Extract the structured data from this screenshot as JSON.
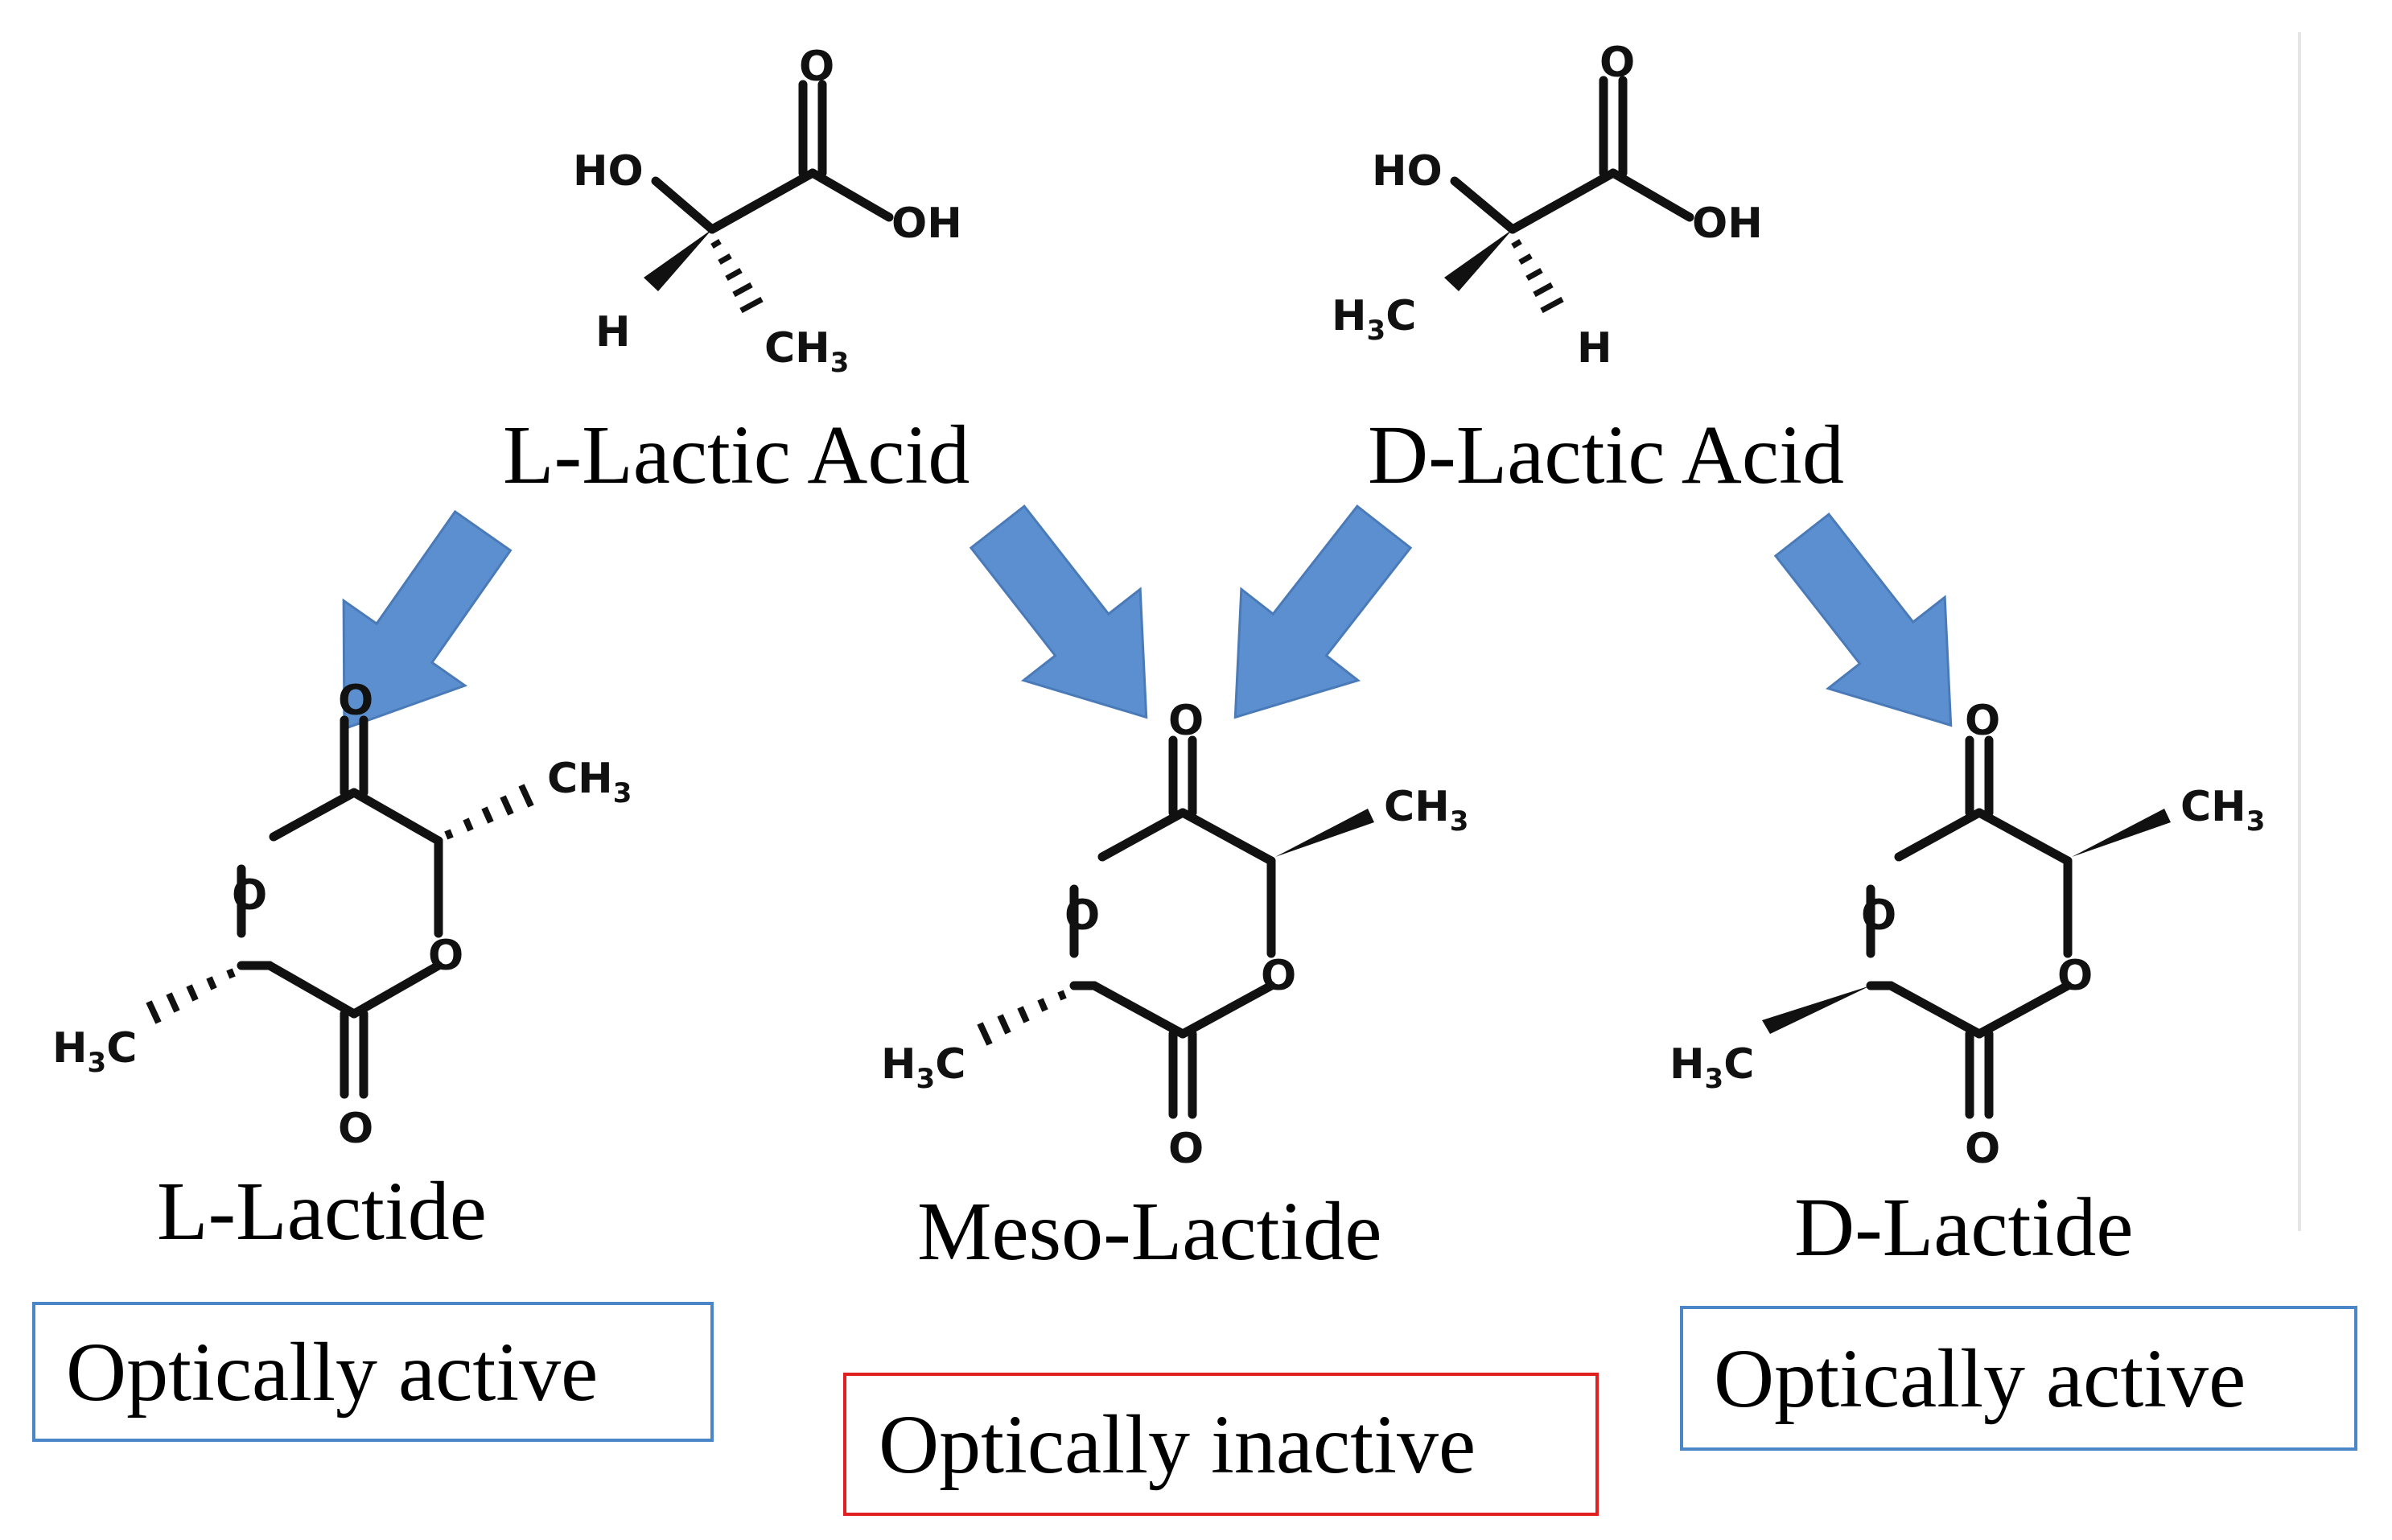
{
  "molecules": {
    "l_lactic_acid": {
      "name": "L-Lactic Acid",
      "atoms": {
        "ho": "HO",
        "oh": "OH",
        "o": "O",
        "h": "H",
        "ch3": "CH",
        "ch3_sub": "3"
      }
    },
    "d_lactic_acid": {
      "name": "D-Lactic Acid",
      "atoms": {
        "ho": "HO",
        "oh": "OH",
        "o": "O",
        "h": "H",
        "h3c": "H",
        "h3c_sub": "3",
        "h3c_c": "C"
      }
    },
    "l_lactide": {
      "name": "L-Lactide",
      "atoms": {
        "o": "O",
        "ch3": "CH",
        "ch3_sub": "3",
        "h3c": "H",
        "h3c_sub": "3",
        "h3c_c": "C"
      }
    },
    "meso_lactide": {
      "name": "Meso-Lactide",
      "atoms": {
        "o": "O",
        "ch3": "CH",
        "ch3_sub": "3",
        "h3c": "H",
        "h3c_sub": "3",
        "h3c_c": "C"
      }
    },
    "d_lactide": {
      "name": "D-Lactide",
      "atoms": {
        "o": "O",
        "ch3": "CH",
        "ch3_sub": "3",
        "h3c": "H",
        "h3c_sub": "3",
        "h3c_c": "C"
      }
    }
  },
  "activity": {
    "l_lactide": "Optically active",
    "meso_lactide": "Optically inactive",
    "d_lactide": "Optically active"
  },
  "colors": {
    "arrow": "#5b8fcf",
    "active_border": "#4a86c8",
    "inactive_border": "#e02020"
  }
}
